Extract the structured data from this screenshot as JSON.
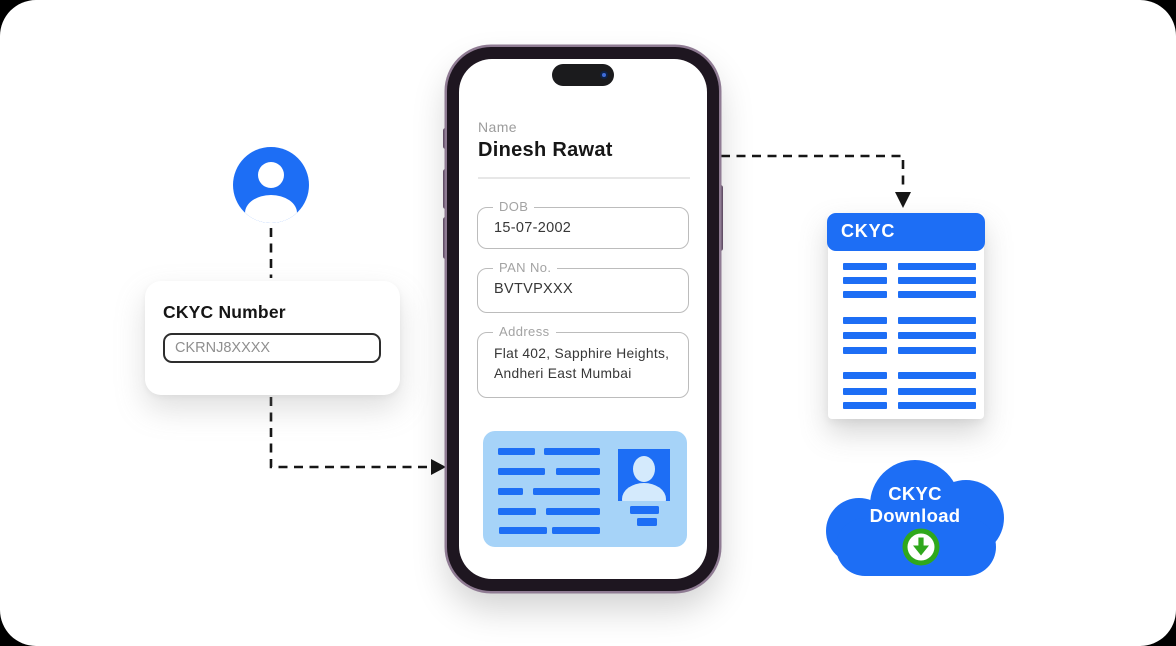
{
  "colors": {
    "accent_blue": "#1d6ef5",
    "card_light_blue": "#a6d3f8",
    "download_green": "#2fa81c",
    "phone_frame": "#1e1620",
    "phone_ring": "#8f7b93"
  },
  "ckyc_card": {
    "title": "CKYC Number",
    "input_value": "CKRNJ8XXXX"
  },
  "phone": {
    "name_label": "Name",
    "name_value": "Dinesh Rawat",
    "fields": [
      {
        "label": "DOB",
        "value": "15-07-2002"
      },
      {
        "label": "PAN No.",
        "value": "BVTVPXXX"
      },
      {
        "label": "Address",
        "value": "Flat 402, Sapphire Heights, Andheri East Mumbai"
      }
    ]
  },
  "document": {
    "header_label": "CKYC"
  },
  "cloud": {
    "label_line1": "CKYC",
    "label_line2": "Download"
  },
  "icons": {
    "person": "person-icon",
    "id_card": "id-card-illustration",
    "download": "download-icon",
    "arrows": "dashed-flow-arrows"
  }
}
